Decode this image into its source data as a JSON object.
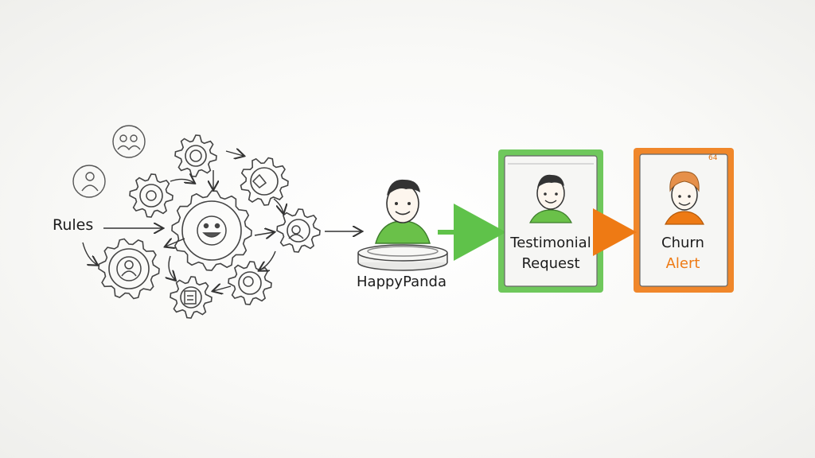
{
  "diagram": {
    "rules_label": "Rules",
    "center_label": "HappyPanda",
    "testimonial_card": {
      "line1": "Testimonial",
      "line2": "Request"
    },
    "churn_card": {
      "line1": "Churn",
      "line2": "Alert"
    },
    "churn_badge": "64",
    "icons": {
      "gear_cluster": "gear-icon",
      "person": "user-icon",
      "people": "users-icon",
      "building": "building-icon",
      "smiling_face": "face-icon",
      "platform": "pedestal-icon"
    },
    "colors": {
      "ink": "#1c1c1c",
      "green": "#5fc24a",
      "orange": "#ee7a14",
      "pencil": "#555555"
    }
  }
}
